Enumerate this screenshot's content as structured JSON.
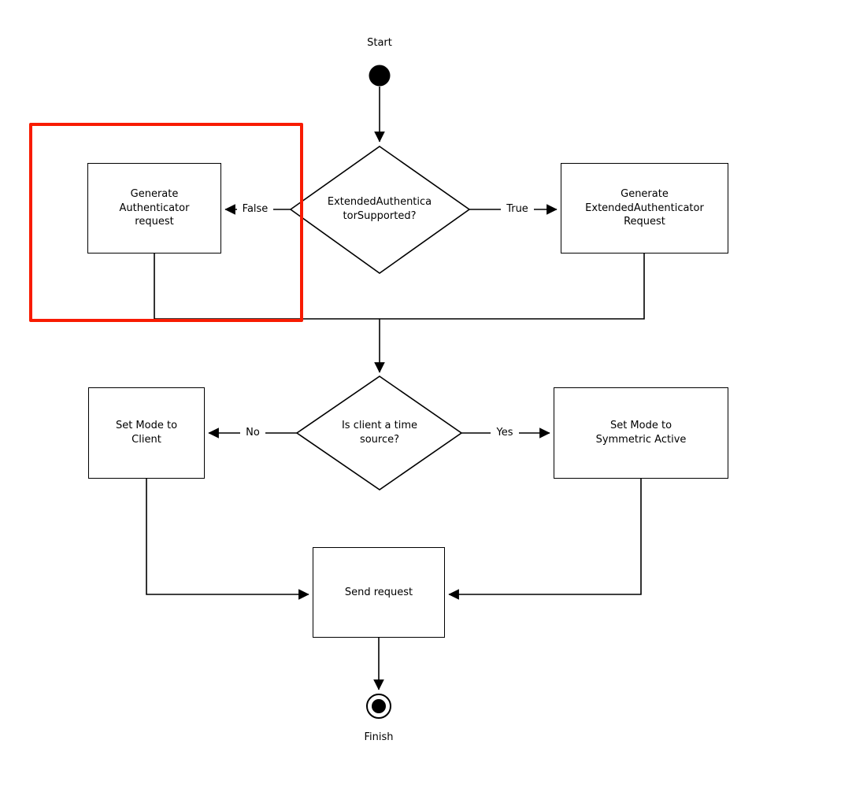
{
  "diagram": {
    "start": {
      "label": "Start"
    },
    "finish": {
      "label": "Finish"
    },
    "decisions": {
      "extended_auth": "ExtendedAuthentica\ntorSupported?",
      "time_source": "Is client a time\nsource?"
    },
    "boxes": {
      "generate_authenticator": "Generate\nAuthenticator\nrequest",
      "generate_extended": "Generate\nExtendedAuthenticator\nRequest",
      "set_mode_client": "Set Mode to\nClient",
      "set_mode_symmetric": "Set Mode to\nSymmetric Active",
      "send_request": "Send request"
    },
    "edge_labels": {
      "false_label": "False",
      "true_label": "True",
      "no_label": "No",
      "yes_label": "Yes"
    },
    "colors": {
      "stroke": "#000000",
      "highlight": "#f81b00",
      "background": "#ffffff"
    }
  }
}
